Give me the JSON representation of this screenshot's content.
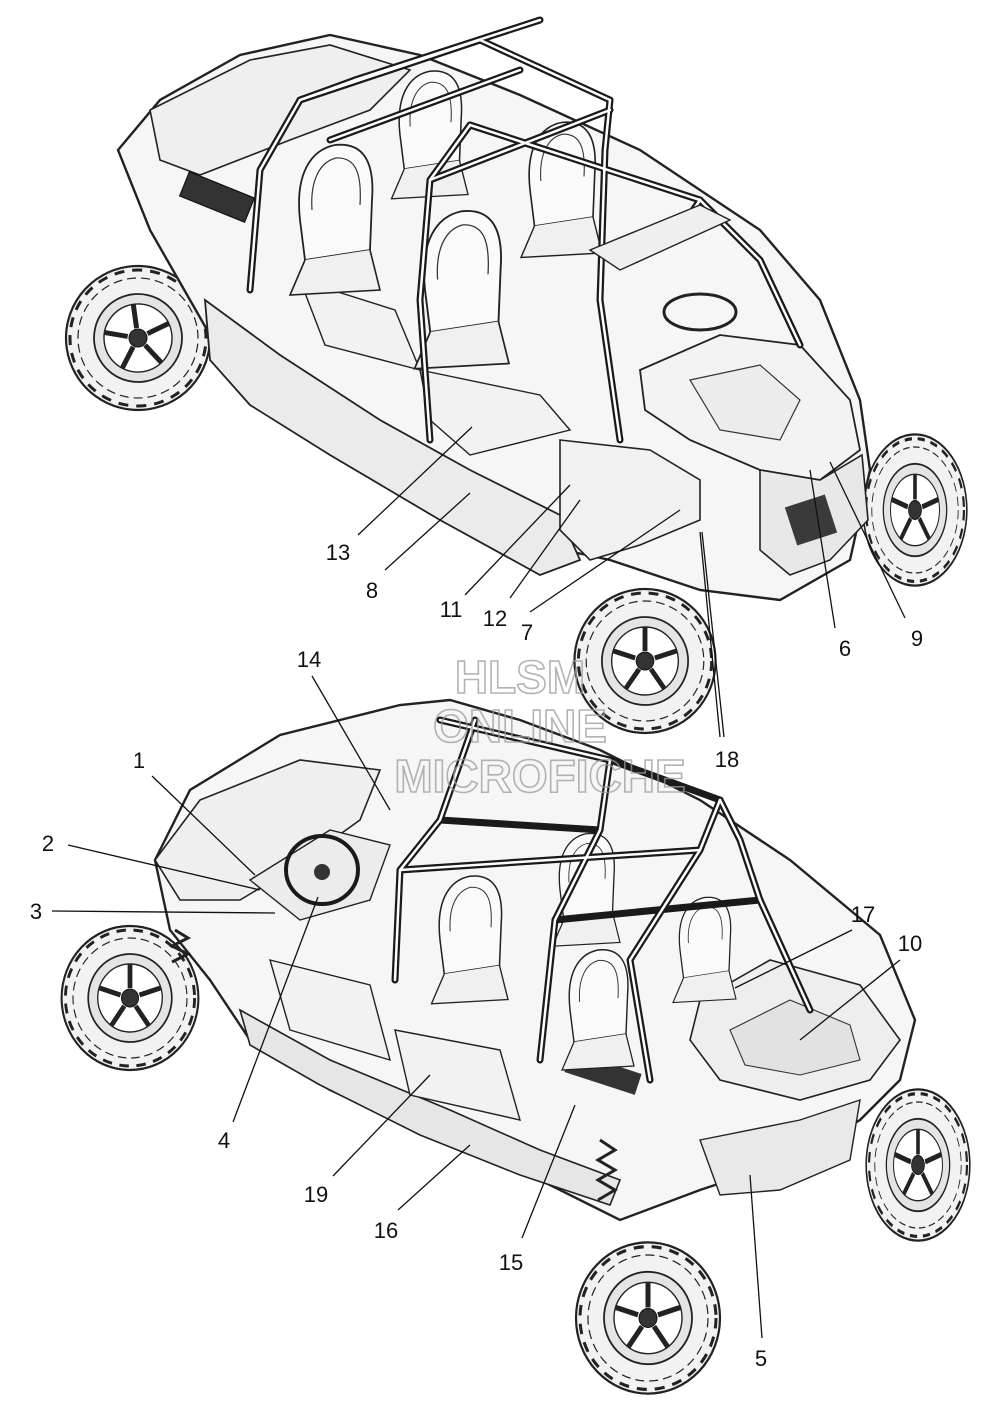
{
  "diagram": {
    "upper_view": {
      "name": "vehicle-rear-left-iso"
    },
    "lower_view": {
      "name": "vehicle-front-left-iso"
    }
  },
  "watermark": {
    "line1": "HLSM",
    "line2": "ONLINE",
    "line3": "MICROFICHE",
    "color": "#9a9a9a"
  },
  "callouts": [
    {
      "label": "13"
    },
    {
      "label": "8"
    },
    {
      "label": "11"
    },
    {
      "label": "12"
    },
    {
      "label": "7"
    },
    {
      "label": "6"
    },
    {
      "label": "9"
    },
    {
      "label": "18"
    },
    {
      "label": "14"
    },
    {
      "label": "1"
    },
    {
      "label": "2"
    },
    {
      "label": "3"
    },
    {
      "label": "4"
    },
    {
      "label": "19"
    },
    {
      "label": "16"
    },
    {
      "label": "15"
    },
    {
      "label": "5"
    },
    {
      "label": "17"
    },
    {
      "label": "10"
    }
  ]
}
